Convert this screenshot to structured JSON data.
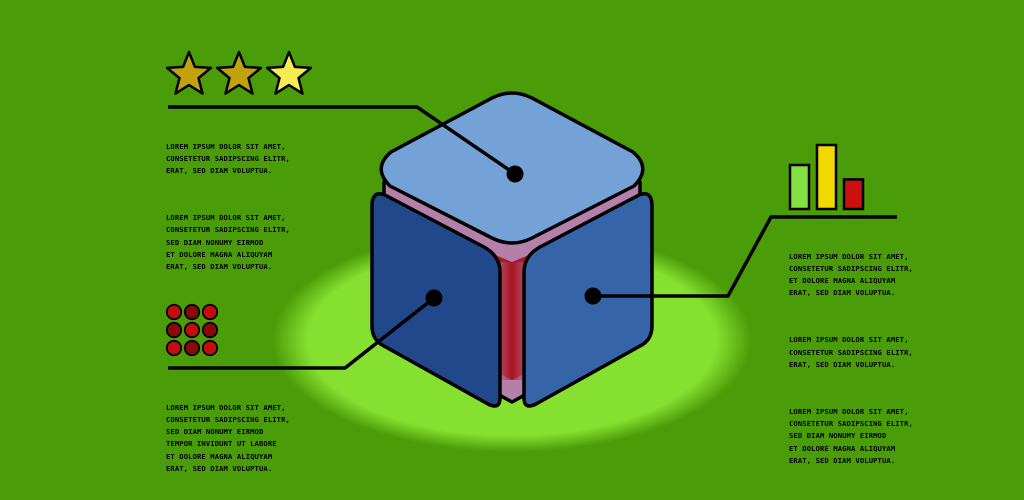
{
  "colors": {
    "background": "#4a9c08",
    "glow": "#86e030",
    "cube_top": "#75a2d6",
    "cube_left": "#21488a",
    "cube_right": "#3565a8",
    "cube_core_pink": "#b47fa8",
    "cube_core_red": "#a8101c",
    "star_dark": "#c2a20a",
    "star_light": "#f6eb50",
    "dot_red": "#c40e0e",
    "dot_dark": "#8a0a0a",
    "bar_green": "#82e040",
    "bar_yellow": "#f0d800",
    "bar_red": "#cc1010",
    "line": "#000000"
  },
  "rating": {
    "filled": 2,
    "total": 3
  },
  "dot_grid": {
    "rows": 3,
    "cols": 3
  },
  "mini_bars": [
    0.55,
    0.8,
    0.37
  ],
  "blocks": {
    "top_left": [
      "LOREM IPSUM DOLOR SIT AMET,\nCONSETETUR SADIPSCING ELITR,\nERAT, SED DIAM VOLUPTUA.",
      "LOREM IPSUM DOLOR SIT AMET,\nCONSETETUR SADIPSCING ELITR,\nSED DIAM NONUMY EIRMOD\nET DOLORE MAGNA ALIQUYAM\nERAT, SED DIAM VOLUPTUA."
    ],
    "bottom_left": [
      "LOREM IPSUM DOLOR SIT AMET,\nCONSETETUR SADIPSCING ELITR,\nSED DIAM NONUMY EIRMOD\nTEMPOR INVIDUNT UT LABORE\nET DOLORE MAGNA ALIQUYAM\nERAT, SED DIAM VOLUPTUA."
    ],
    "right": [
      "LOREM IPSUM DOLOR SIT AMET,\nCONSETETUR SADIPSCING ELITR,\nET DOLORE MAGNA ALIQUYAM\nERAT, SED DIAM VOLUPTUA.",
      "LOREM IPSUM DOLOR SIT AMET,\nCONSETETUR SADIPSCING ELITR,\nERAT, SED DIAM VOLUPTUA.",
      "LOREM IPSUM DOLOR SIT AMET,\nCONSETETUR SADIPSCING ELITR,\nSED DIAM NONUMY EIRMOD\nET DOLORE MAGNA ALIQUYAM\nERAT, SED DIAM VOLUPTUA."
    ]
  }
}
